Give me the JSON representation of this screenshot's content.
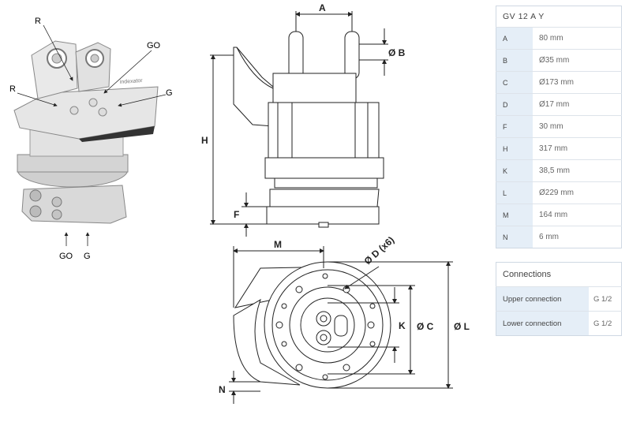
{
  "figure": {
    "callouts": {
      "r_top": "R",
      "go_top": "GO",
      "r_left": "R",
      "g_right": "G",
      "go_bottom": "GO",
      "g_bottom": "G"
    },
    "dimensions": {
      "a": "A",
      "b": "Ø B",
      "h": "H",
      "f": "F",
      "m": "M",
      "d": "Ø D (x6)",
      "k": "K",
      "c": "Ø C",
      "l": "Ø L",
      "n": "N"
    }
  },
  "specs": {
    "title": "GV 12 A Y",
    "rows": [
      {
        "key": "A",
        "value": "80 mm"
      },
      {
        "key": "B",
        "value": "Ø35 mm"
      },
      {
        "key": "C",
        "value": "Ø173 mm"
      },
      {
        "key": "D",
        "value": "Ø17 mm"
      },
      {
        "key": "F",
        "value": "30 mm"
      },
      {
        "key": "H",
        "value": "317 mm"
      },
      {
        "key": "K",
        "value": "38,5 mm"
      },
      {
        "key": "L",
        "value": "Ø229 mm"
      },
      {
        "key": "M",
        "value": "164 mm"
      },
      {
        "key": "N",
        "value": "6 mm"
      }
    ]
  },
  "connections": {
    "title": "Connections",
    "rows": [
      {
        "key": "Upper connection",
        "value": "G 1/2"
      },
      {
        "key": "Lower connection",
        "value": "G 1/2"
      }
    ]
  }
}
